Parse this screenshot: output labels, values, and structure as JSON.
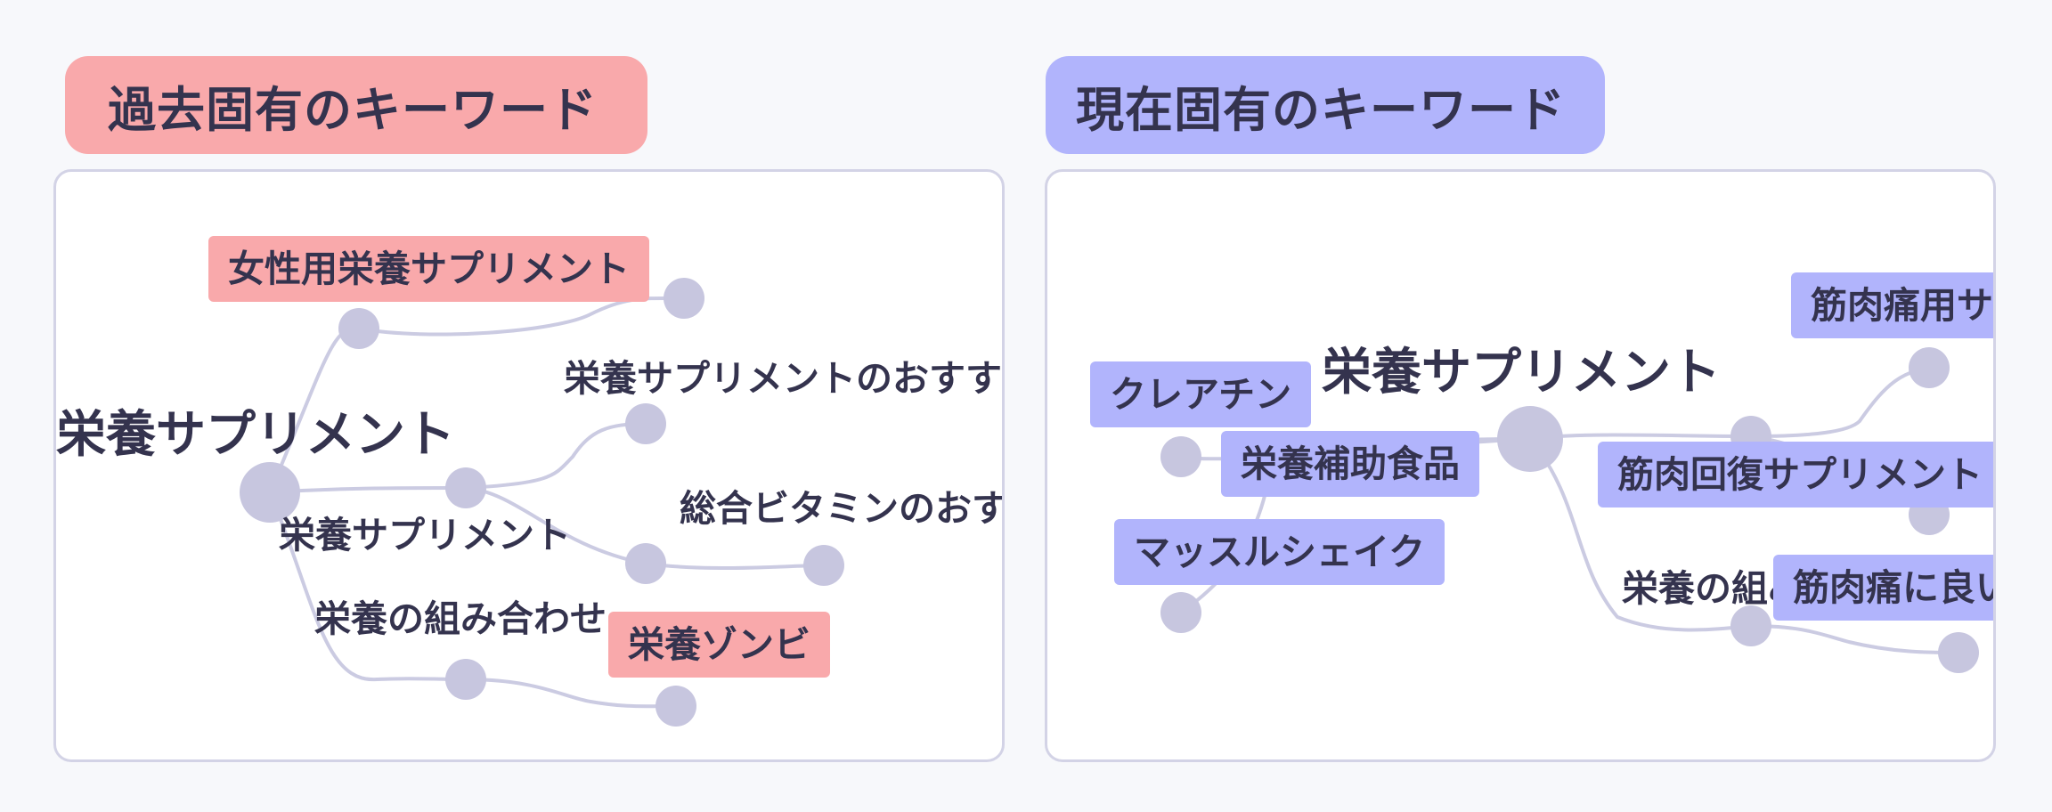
{
  "headers": {
    "past": "過去固有のキーワード",
    "present": "現在固有のキーワード"
  },
  "past_tree": {
    "root": "栄養サプリメント",
    "women_supplement": "女性用栄養サプリメント",
    "recommended_supplement": "栄養サプリメントのおすすめ",
    "supplement": "栄養サプリメント",
    "multivitamin": "総合ビタミンのおすすめ",
    "combination": "栄養の組み合わせ",
    "zombie": "栄養ゾンビ"
  },
  "present_tree": {
    "root": "栄養サプリメント",
    "creatine": "クレアチン",
    "nutritional_aid": "栄養補助食品",
    "muscle_shake": "マッスルシェイク",
    "muscle_pain_supplement": "筋肉痛用サプリメント",
    "muscle_recovery": "筋肉回復サプリメント",
    "nutrition_combination": "栄養の組み合わせ",
    "good_for_muscle_pain": "筋肉痛に良い食べ物"
  },
  "colors": {
    "past_highlight": "#f9a9ab",
    "present_highlight": "#b1b4fc",
    "node": "#c7c6df",
    "link": "#cbcbe2",
    "text": "#34334e"
  }
}
